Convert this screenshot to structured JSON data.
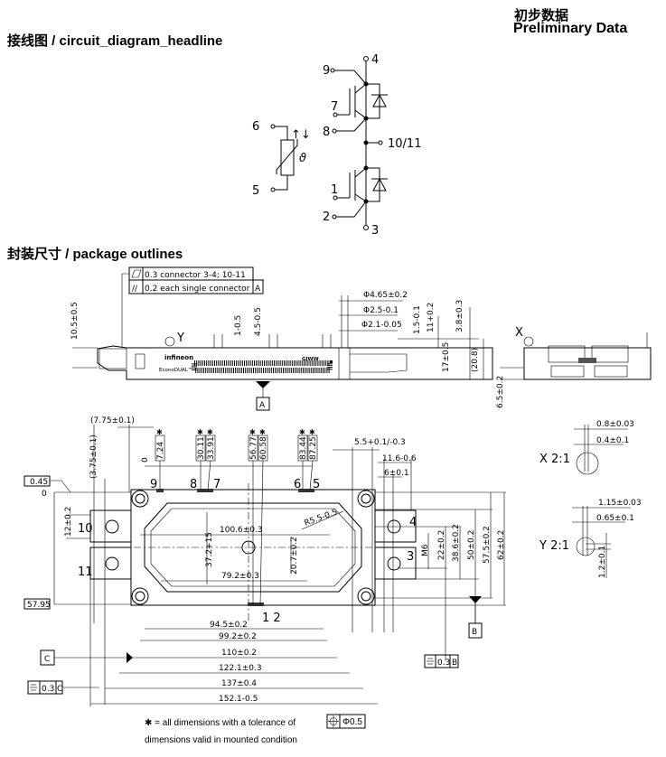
{
  "header": {
    "circuit_title": "接线图 / circuit_diagram_headline",
    "status_cn": "初步数据",
    "status_en": "Preliminary Data",
    "package_title": "封装尺寸 / package outlines"
  },
  "circuit": {
    "pins": [
      "4",
      "9",
      "7",
      "8",
      "10/11",
      "1",
      "2",
      "3",
      "6",
      "5"
    ],
    "ntc_symbol": "ϑ",
    "ntc_arrows": "↑↓"
  },
  "side_view": {
    "note_row1": "0.3 connector 3-4; 10-11",
    "note_row2": "0.2 each single connector",
    "note_ref": "A",
    "datum_a": "A",
    "view_y": "Y",
    "view_x": "X",
    "brand": "infineon",
    "product": "EconoDUAL™",
    "marking": "GJWW",
    "dims": [
      "10.5±0.5",
      "1-0.5",
      "4.5-0.5",
      "Φ4.65±0.2",
      "Φ2.5-0.1",
      "Φ2.1-0.05",
      "1.5-0.1",
      "11+0.2",
      "3.8±0.3",
      "17±0.5",
      "(20.8)",
      "6.5±0.2"
    ]
  },
  "top_view": {
    "pin_positions": [
      "7.24",
      "30.11",
      "33.91",
      "56.77",
      "60.58",
      "83.44",
      "87.25"
    ],
    "star": "✱",
    "zero": "0",
    "pins": [
      "9",
      "8",
      "7",
      "6",
      "5",
      "10",
      "11",
      "4",
      "3",
      "1 2"
    ],
    "dims": [
      "(7.75±0.1)",
      "(3.75±0.1)",
      "0.45",
      "0",
      "12±0.2",
      "100.6±0.3",
      "37.2+15",
      "79.2±0.3",
      "R5.5-0.5",
      "20.7±0.2",
      "5.5+0.1/-0.3",
      "11.6-0.6",
      "6±0.1",
      "M6",
      "22±0.2",
      "38.6±0.2",
      "50±0.2",
      "57.5±0.2",
      "62±0.2",
      "57.95"
    ],
    "bottom_dims": [
      "94.5±0.2",
      "99.2±0.2",
      "110±0.2",
      "122.1±0.3",
      "137±0.4",
      "152.1-0.5"
    ],
    "datum_b": "B",
    "datum_c": "C",
    "tol_b": "0.3",
    "tol_b_ref": "B",
    "tol_c": "0.3",
    "tol_c_ref": "C"
  },
  "details": {
    "x_title": "X 2:1",
    "x_dims": [
      "0.8±0.03",
      "0.4±0.1"
    ],
    "y_title": "Y 2:1",
    "y_dims": [
      "1.15±0.03",
      "0.65±0.1",
      "1.2±0.1"
    ]
  },
  "footnote": {
    "line1": "✱ = all dimensions with a tolerance of",
    "tolerance": "Φ0.5",
    "line2": "dimensions valid in mounted condition"
  }
}
